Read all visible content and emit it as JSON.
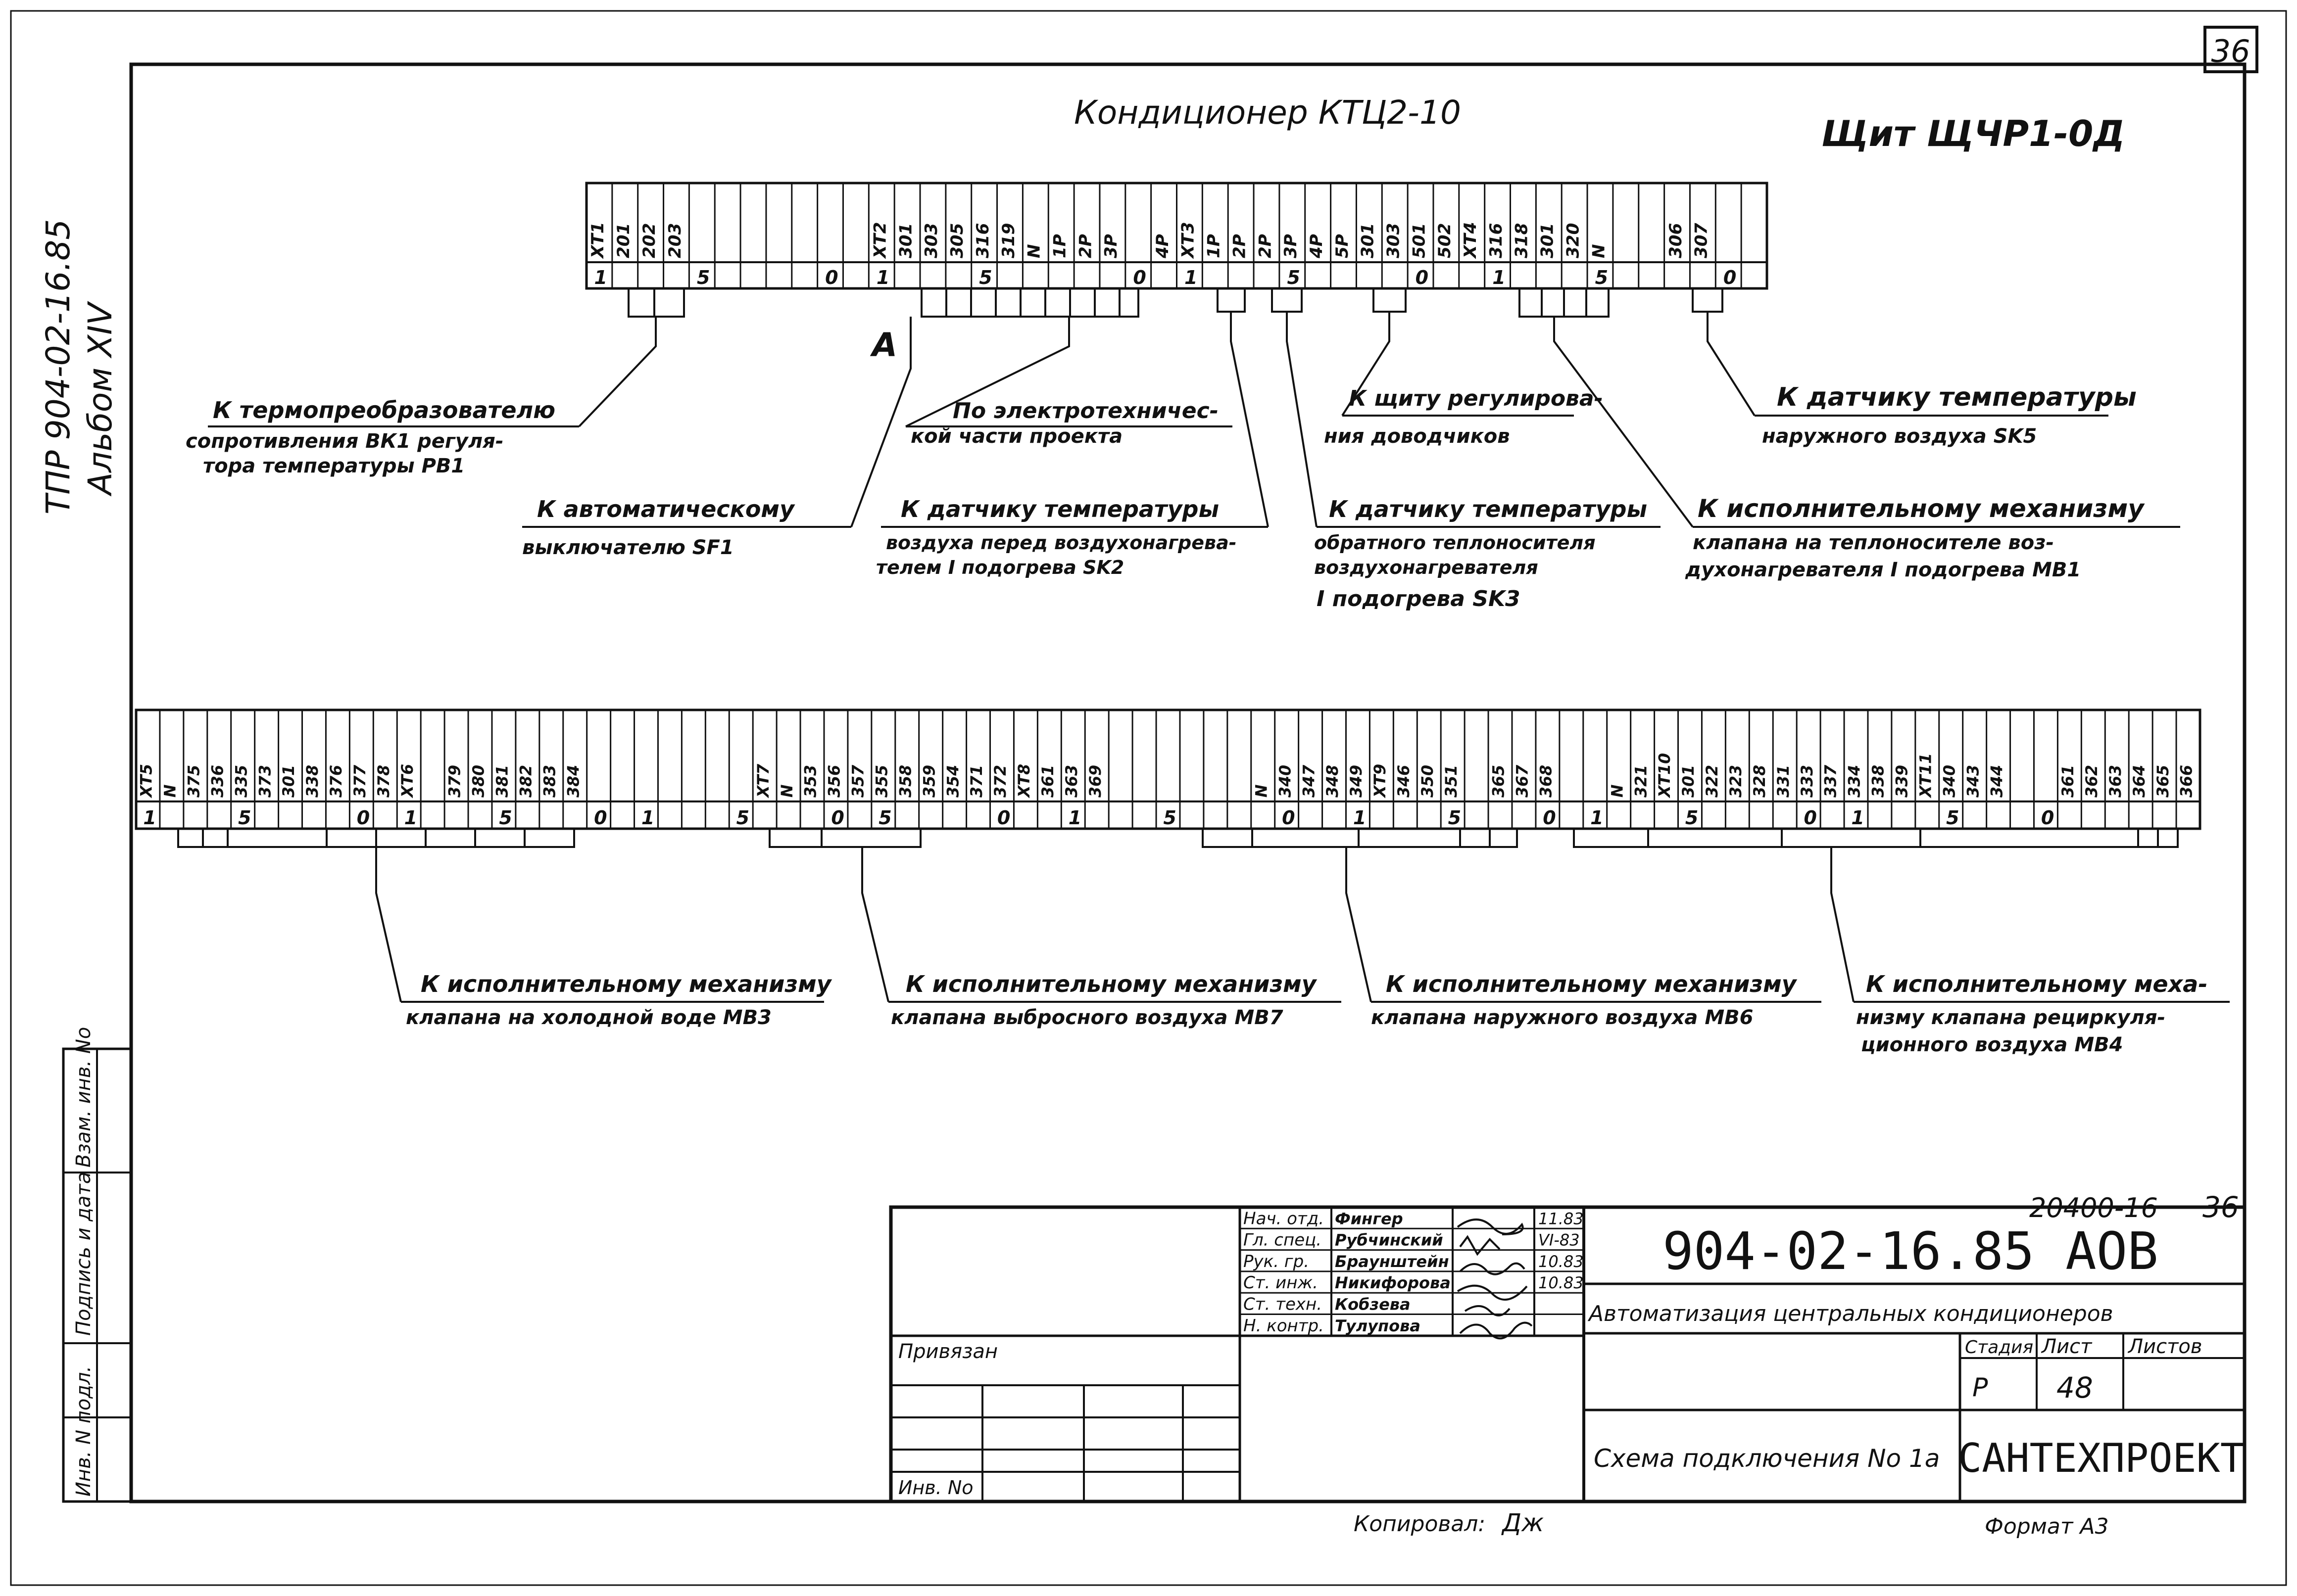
{
  "sheet": {
    "corner_number": "36",
    "side_title": "ТПР 904-02-16.85",
    "side_album": "Альбом XIV",
    "side_cells": [
      "Инв. N подл.",
      "Подпись и дата",
      "Взам. инв. No"
    ],
    "drawing_number_top": "20400-16",
    "sheet_number_top": "36",
    "copied_label": "Копировал:",
    "copied_sign": "Дж",
    "format_label": "Формат А3"
  },
  "header": {
    "conditioner_title": "Кондиционер КТЦ2-10",
    "panel_title": "Щит ЩЧР1-0Д"
  },
  "top_strip": {
    "cells": [
      "XT1",
      "201",
      "202",
      "203",
      "",
      "",
      "",
      "",
      "",
      "",
      "",
      "XT2",
      "301",
      "303",
      "305",
      "316",
      "319",
      "N",
      "1Р",
      "2Р",
      "3Р",
      "",
      "4Р",
      "XT3",
      "1Р",
      "2Р",
      "2Р",
      "3Р",
      "4Р",
      "5Р",
      "301",
      "303",
      "501",
      "502",
      "XT4",
      "316",
      "318",
      "301",
      "320",
      "N",
      "",
      "",
      "306",
      "307",
      "",
      ""
    ],
    "marks": [
      {
        "i": 0,
        "t": "1"
      },
      {
        "i": 4,
        "t": "5"
      },
      {
        "i": 9,
        "t": "0"
      },
      {
        "i": 11,
        "t": "1"
      },
      {
        "i": 15,
        "t": "5"
      },
      {
        "i": 21,
        "t": "0"
      },
      {
        "i": 23,
        "t": "1"
      },
      {
        "i": 27,
        "t": "5"
      },
      {
        "i": 32,
        "t": "0"
      },
      {
        "i": 35,
        "t": "1"
      },
      {
        "i": 39,
        "t": "5"
      },
      {
        "i": 44,
        "t": "0"
      }
    ],
    "label_a": "А"
  },
  "bottom_strip": {
    "cells": [
      "XT5",
      "N",
      "375",
      "336",
      "335",
      "373",
      "301",
      "338",
      "376",
      "377",
      "378",
      "XT6",
      "",
      "379",
      "380",
      "381",
      "382",
      "383",
      "384",
      "",
      "",
      "",
      "",
      "",
      "",
      "",
      "XT7",
      "N",
      "353",
      "356",
      "357",
      "355",
      "358",
      "359",
      "354",
      "371",
      "372",
      "XT8",
      "361",
      "363",
      "369",
      "",
      "",
      "",
      "",
      "",
      "",
      "N",
      "340",
      "347",
      "348",
      "349",
      "XT9",
      "346",
      "350",
      "351",
      "",
      "365",
      "367",
      "368",
      "",
      "",
      "N",
      "321",
      "XT10",
      "301",
      "322",
      "323",
      "328",
      "331",
      "333",
      "337",
      "334",
      "338",
      "339",
      "XT11",
      "340",
      "343",
      "344",
      "",
      "",
      "361",
      "362",
      "363",
      "364",
      "365",
      "366"
    ],
    "marks": [
      {
        "i": 0,
        "t": "1"
      },
      {
        "i": 4,
        "t": "5"
      },
      {
        "i": 9,
        "t": "0"
      },
      {
        "i": 11,
        "t": "1"
      },
      {
        "i": 15,
        "t": "5"
      },
      {
        "i": 19,
        "t": "0"
      },
      {
        "i": 21,
        "t": "1"
      },
      {
        "i": 25,
        "t": "5"
      },
      {
        "i": 29,
        "t": "0"
      },
      {
        "i": 31,
        "t": "5"
      },
      {
        "i": 36,
        "t": "0"
      },
      {
        "i": 39,
        "t": "1"
      },
      {
        "i": 43,
        "t": "5"
      },
      {
        "i": 48,
        "t": "0"
      },
      {
        "i": 51,
        "t": "1"
      },
      {
        "i": 55,
        "t": "5"
      },
      {
        "i": 59,
        "t": "0"
      },
      {
        "i": 61,
        "t": "1"
      },
      {
        "i": 65,
        "t": "5"
      },
      {
        "i": 70,
        "t": "0"
      },
      {
        "i": 72,
        "t": "1"
      },
      {
        "i": 76,
        "t": "5"
      },
      {
        "i": 80,
        "t": "0"
      }
    ]
  },
  "connections_top": [
    {
      "title": "К термопреобразователю",
      "lines": [
        "сопротивления ВК1 регуля-",
        "тора температуры РВ1"
      ]
    },
    {
      "title": "По электротехничес-",
      "lines": [
        "кой части проекта"
      ]
    },
    {
      "title": "К щиту регулирова-",
      "lines": [
        "ния доводчиков"
      ]
    },
    {
      "title": "К датчику температуры",
      "lines": [
        "наружного воздуха SK5"
      ]
    },
    {
      "title": "К автоматическому",
      "lines": [
        "выключателю SF1"
      ]
    },
    {
      "title": "К датчику температуры",
      "lines": [
        "воздуха перед воздухонагрева-",
        "телем I подогрева SK2"
      ]
    },
    {
      "title": "К датчику температуры",
      "lines": [
        "обратного теплоносителя",
        "воздухонагревателя",
        "I подогрева SK3"
      ]
    },
    {
      "title": "К исполнительному механизму",
      "lines": [
        "клапана на теплоносителе воз-",
        "духонагревателя I подогрева МВ1"
      ]
    }
  ],
  "connections_bottom": [
    {
      "title": "К исполнительному механизму",
      "lines": [
        "клапана на холодной воде МВ3"
      ]
    },
    {
      "title": "К исполнительному механизму",
      "lines": [
        "клапана выбросного воздуха МВ7"
      ]
    },
    {
      "title": "К исполнительному механизму",
      "lines": [
        "клапана наружного воздуха МВ6"
      ]
    },
    {
      "title": "К исполнительному меха-",
      "lines": [
        "низму клапана рециркуля-",
        "ционного воздуха МВ4"
      ]
    }
  ],
  "title_block": {
    "privyazan": "Привязан",
    "inv_no": "Инв. No",
    "roles": [
      {
        "role": "Нач. отд.",
        "name": "Фингер",
        "date": "11.83"
      },
      {
        "role": "Гл. спец.",
        "name": "Рубчинский",
        "date": "VI-83"
      },
      {
        "role": "Рук. гр.",
        "name": "Браунштейн",
        "date": "10.83"
      },
      {
        "role": "Ст. инж.",
        "name": "Никифорова",
        "date": "10.83"
      },
      {
        "role": "Ст. техн.",
        "name": "Кобзева",
        "date": ""
      },
      {
        "role": "Н. контр.",
        "name": "Тулупова",
        "date": ""
      }
    ],
    "code": "904-02-16.85 АОВ",
    "project_name": "Автоматизация центральных кондиционеров",
    "sheet_name": "Схема подключения No 1а",
    "stage_label": "Стадия",
    "list_label": "Лист",
    "lists_label": "Листов",
    "stage": "Р",
    "list": "48",
    "organization": "САНТЕХПРОЕКТ"
  }
}
